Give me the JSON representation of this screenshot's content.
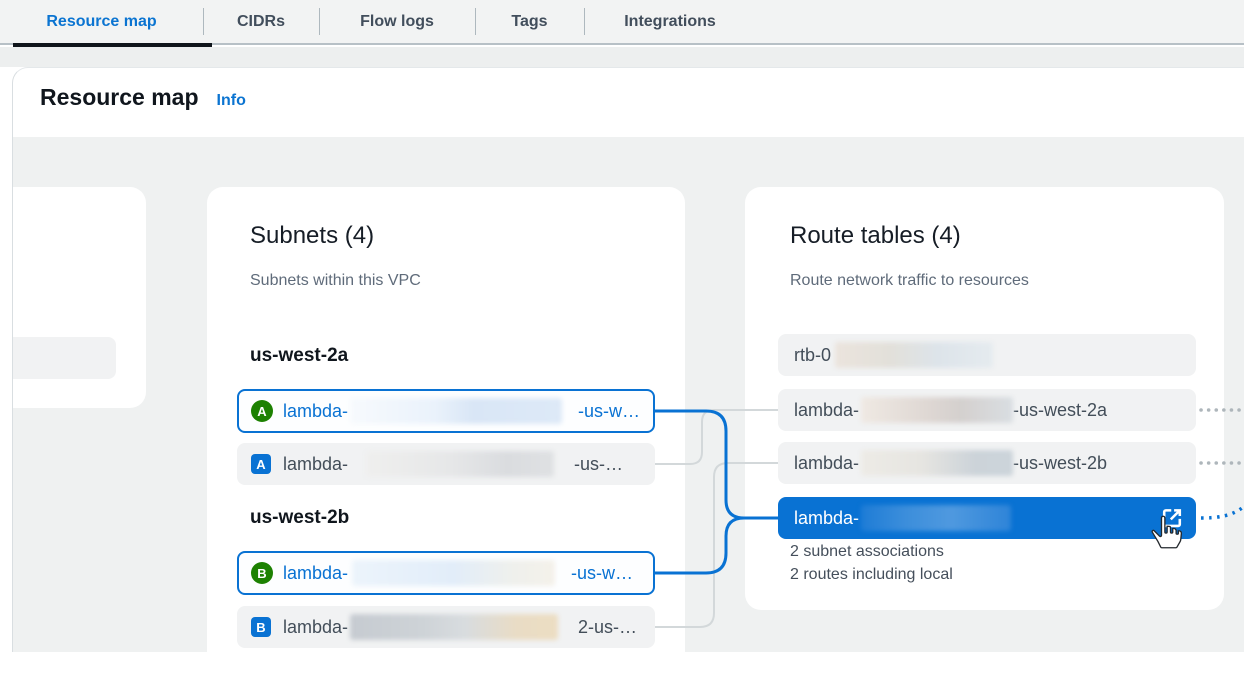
{
  "tabs": [
    {
      "label": "Resource map",
      "active": true
    },
    {
      "label": "CIDRs",
      "active": false
    },
    {
      "label": "Flow logs",
      "active": false
    },
    {
      "label": "Tags",
      "active": false
    },
    {
      "label": "Integrations",
      "active": false
    }
  ],
  "panel": {
    "title": "Resource map",
    "info_label": "Info"
  },
  "subnets": {
    "title": "Subnets (4)",
    "subtitle": "Subnets within this VPC",
    "groups": [
      {
        "label": "us-west-2a",
        "items": [
          {
            "badge": "A",
            "prefix": "lambda-",
            "suffix": "-us-w…",
            "selected": true,
            "redacted": true
          },
          {
            "badge": "A",
            "prefix": "lambda-",
            "suffix": "-us-…",
            "selected": false,
            "redacted": true
          }
        ]
      },
      {
        "label": "us-west-2b",
        "items": [
          {
            "badge": "B",
            "prefix": "lambda-",
            "suffix": "-us-w…",
            "selected": true,
            "redacted": true
          },
          {
            "badge": "B",
            "prefix": "lambda-",
            "suffix": "2-us-…",
            "selected": false,
            "redacted": true
          }
        ]
      }
    ]
  },
  "route_tables": {
    "title": "Route tables (4)",
    "subtitle": "Route network traffic to resources",
    "items": [
      {
        "prefix": "rtb-0",
        "suffix": "",
        "selected": false,
        "redacted": true
      },
      {
        "prefix": "lambda-",
        "suffix": "-us-west-2a",
        "selected": false,
        "redacted": true
      },
      {
        "prefix": "lambda-",
        "suffix": "-us-west-2b",
        "selected": false,
        "redacted": true
      },
      {
        "prefix": "lambda-",
        "suffix": "",
        "selected": true,
        "redacted": true
      }
    ],
    "selected_details": [
      "2 subnet associations",
      "2 routes including local"
    ]
  },
  "colors": {
    "accent_blue": "#0972d3",
    "selected_green": "#1d8102",
    "active_tab_underline": "#10151b",
    "map_background": "#eff1f1",
    "row_gray": "#f1f2f3"
  }
}
